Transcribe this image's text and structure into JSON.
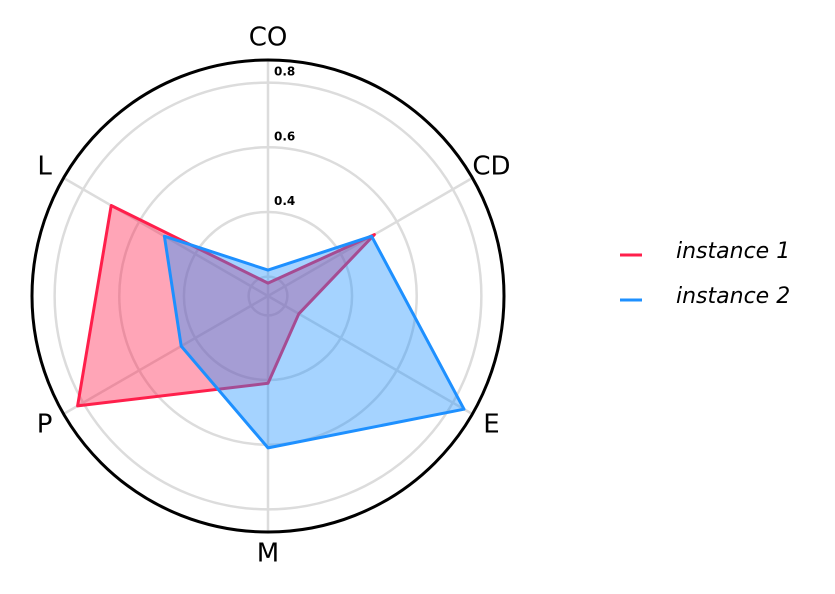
{
  "chart_data": {
    "type": "radar",
    "title": "",
    "axes": [
      "CO",
      "CD",
      "E",
      "M",
      "P",
      "L"
    ],
    "range": [
      0.14,
      0.87
    ],
    "ticks": [
      0.2,
      0.4,
      0.6,
      0.8
    ],
    "tick_labels": [
      "0.4",
      "0.6",
      "0.8"
    ],
    "grid": true,
    "legend_position": "right",
    "series": [
      {
        "name": "instance 1",
        "color": "#ff1f4b",
        "values": [
          0.18,
          0.52,
          0.25,
          0.41,
          0.82,
          0.7
        ]
      },
      {
        "name": "instance 2",
        "color": "#1e90ff",
        "values": [
          0.22,
          0.51,
          0.84,
          0.61,
          0.45,
          0.51
        ]
      }
    ]
  }
}
